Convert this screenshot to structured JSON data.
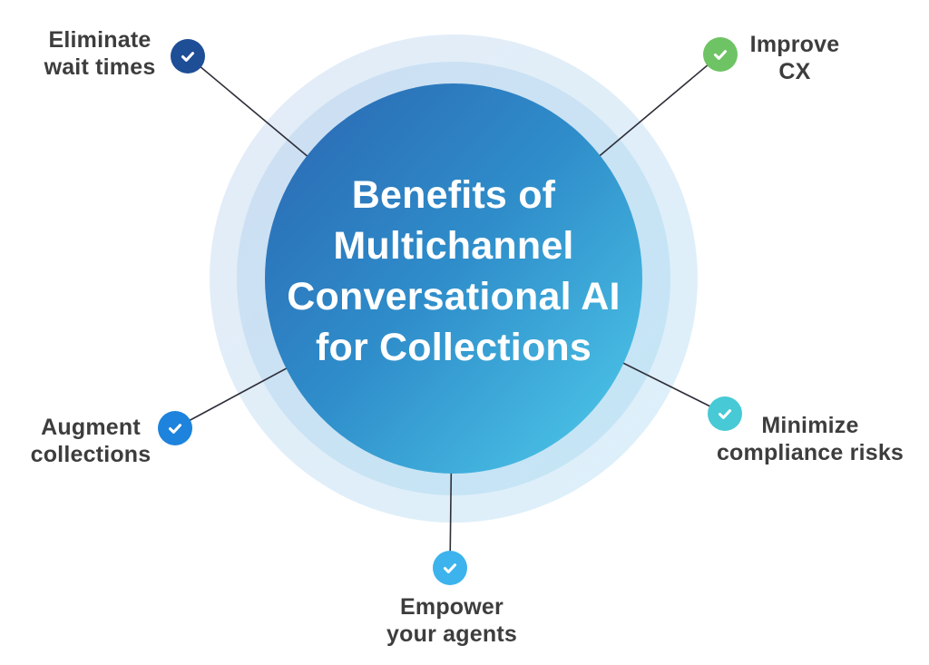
{
  "title": {
    "lines": [
      "Benefits of",
      "Multichannel",
      "Conversational AI",
      "for Collections"
    ]
  },
  "benefits": [
    {
      "name": "eliminate-wait-times",
      "lines": [
        "Eliminate",
        "wait times"
      ],
      "icon": "checkmark",
      "color_key": "icon-navy"
    },
    {
      "name": "improve-cx",
      "lines": [
        "Improve",
        "CX"
      ],
      "icon": "checkmark",
      "color_key": "icon-green"
    },
    {
      "name": "augment-collections",
      "lines": [
        "Augment",
        "collections"
      ],
      "icon": "checkmark",
      "color_key": "icon-azure"
    },
    {
      "name": "minimize-compliance-risks",
      "lines": [
        "Minimize",
        "compliance risks"
      ],
      "icon": "checkmark",
      "color_key": "icon-teal"
    },
    {
      "name": "empower-your-agents",
      "lines": [
        "Empower",
        "your agents"
      ],
      "icon": "checkmark",
      "color_key": "icon-sky"
    }
  ],
  "colors": {
    "circle-start": "#2a66b2",
    "circle-mid": "#2f8dca",
    "circle-end": "#4fcceb",
    "halo-inner-a": "#cfdff2",
    "halo-inner-b": "#c3e6f6",
    "halo-outer-a": "#e4ecf7",
    "halo-outer-b": "#dcf0fa",
    "line": "#2e2e38",
    "label-text": "#3d3d3d",
    "icon-navy": "#1e4e96",
    "icon-green": "#6ec364",
    "icon-azure": "#1d83dc",
    "icon-teal": "#47c9d6",
    "icon-sky": "#3cb3ec",
    "check": "#ffffff"
  }
}
